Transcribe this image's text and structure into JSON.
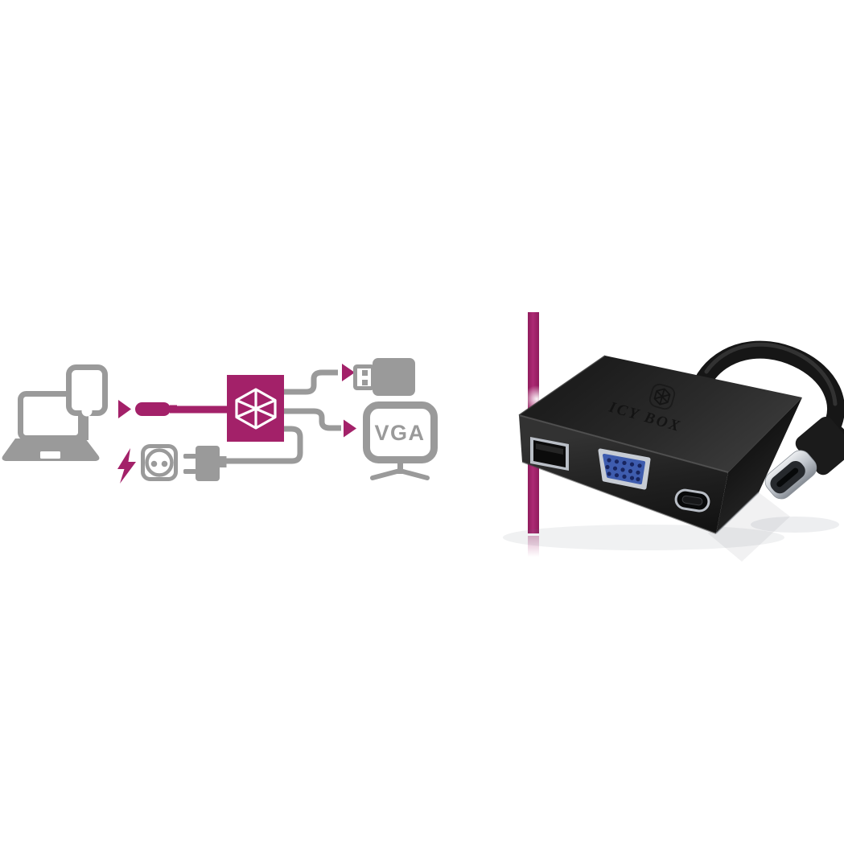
{
  "colors": {
    "background": "#ffffff",
    "accent_magenta": "#a32169",
    "icon_gray": "#9a9a9a",
    "vga_blue": "#3e5cae",
    "port_silver": "#c0c5cd",
    "device_black": "#242424"
  },
  "diagram": {
    "vga_label": "VGA",
    "icons": [
      "laptop-icon",
      "tablet-icon",
      "arrow-right-icon",
      "usb-c-plug-icon",
      "hub-box-icon",
      "cube-icon",
      "usb-flash-drive-icon",
      "vga-monitor-icon",
      "lightning-icon",
      "power-outlet-icon",
      "power-adapter-icon"
    ]
  },
  "product": {
    "brand": "ICY BOX",
    "ports": [
      "USB-A port",
      "VGA port",
      "USB-C port"
    ],
    "cable": "USB-C cable"
  }
}
